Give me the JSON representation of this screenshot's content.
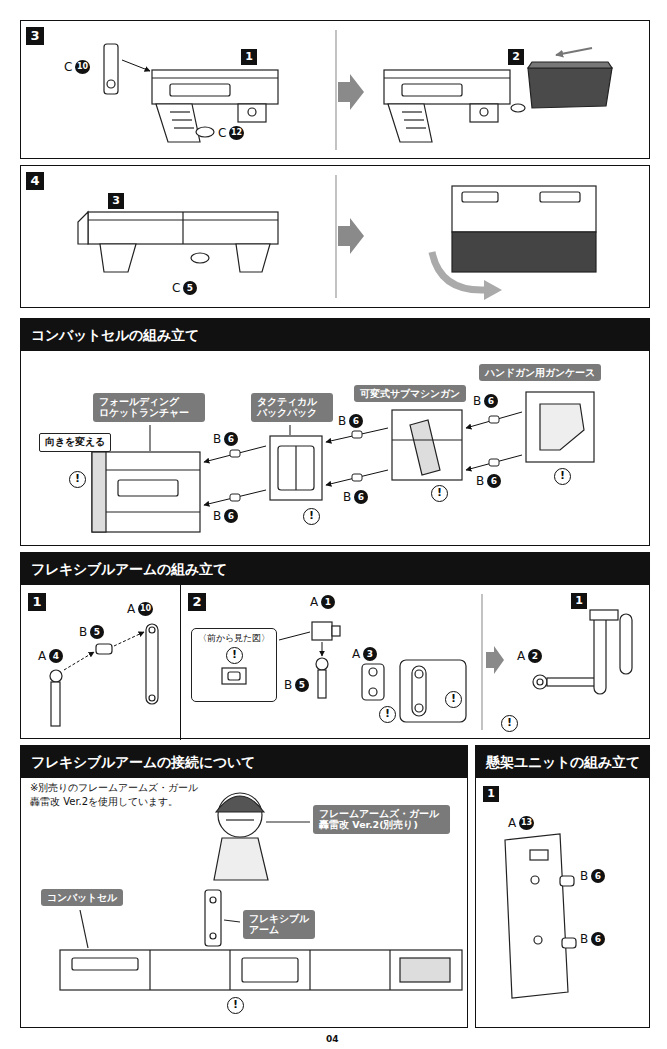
{
  "diagram": {
    "nodes": [
      {
        "text": [
          "3"
        ]
      },
      {
        "text": [
          "1"
        ],
        "in": 0
      },
      {
        "text": [
          "2"
        ],
        "in": 0
      },
      {
        "text": [
          "4"
        ]
      },
      {
        "text": [
          "3"
        ],
        "in": 3
      },
      {
        "text": [
          "コンバットセルの組み立て"
        ]
      },
      {
        "text": [
          "フォールディング ロケットランチャー"
        ],
        "in": 5
      },
      {
        "text": [
          "タクティカル バックパック"
        ],
        "in": 5
      },
      {
        "text": [
          "可変式サブマシンガン"
        ],
        "in": 5
      },
      {
        "text": [
          "ハンドガン用ガンケース"
        ],
        "in": 5
      },
      {
        "text": [
          "向きを変える"
        ],
        "in": 5
      },
      {
        "text": [
          "!"
        ],
        "in": 5
      },
      {
        "text": [
          "!"
        ],
        "in": 5
      },
      {
        "text": [
          "!"
        ],
        "in": 5
      },
      {
        "text": [
          "!"
        ],
        "in": 5
      },
      {
        "text": [
          "フレキシブルアームの組み立て"
        ]
      },
      {
        "text": [
          "1"
        ],
        "in": 15
      },
      {
        "text": [
          "2"
        ],
        "in": 15
      },
      {
        "text": [
          "〈前から見た図〉"
        ],
        "in": 17
      },
      {
        "text": [
          "!"
        ],
        "in": 18
      },
      {
        "text": [
          "!"
        ],
        "in": 17
      },
      {
        "text": [
          "!"
        ],
        "in": 17
      },
      {
        "text": [
          "1"
        ],
        "in": 17
      },
      {
        "text": [
          "!"
        ],
        "in": 17
      },
      {
        "text": [
          "フレキシブルアームの接続について"
        ]
      },
      {
        "text": [
          "フレームアームズ・ガール 轟雷改 Ver.2(別売り)"
        ],
        "in": 24
      },
      {
        "text": [
          "コンバットセル"
        ],
        "in": 24
      },
      {
        "text": [
          "フレキシブル アーム"
        ],
        "in": 24
      },
      {
        "text": [
          "!"
        ],
        "in": 24
      },
      {
        "text": [
          "懸架ユニットの組み立て"
        ]
      },
      {
        "text": [
          "1"
        ],
        "in": 29
      }
    ],
    "labels": [
      "C",
      "10",
      "C",
      "12",
      "C",
      "5",
      "B",
      "6",
      "B",
      "6",
      "B",
      "6",
      "B",
      "6",
      "B",
      "6",
      "B",
      "6",
      "A",
      "10",
      "B",
      "5",
      "A",
      "4",
      "A",
      "1",
      "B",
      "5",
      "A",
      "3",
      "A",
      "2",
      "※別売りのフレームアームズ・ガール 轟雷改 Ver.2を使用しています。",
      "A",
      "13",
      "B",
      "6",
      "B",
      "6",
      "04"
    ]
  }
}
